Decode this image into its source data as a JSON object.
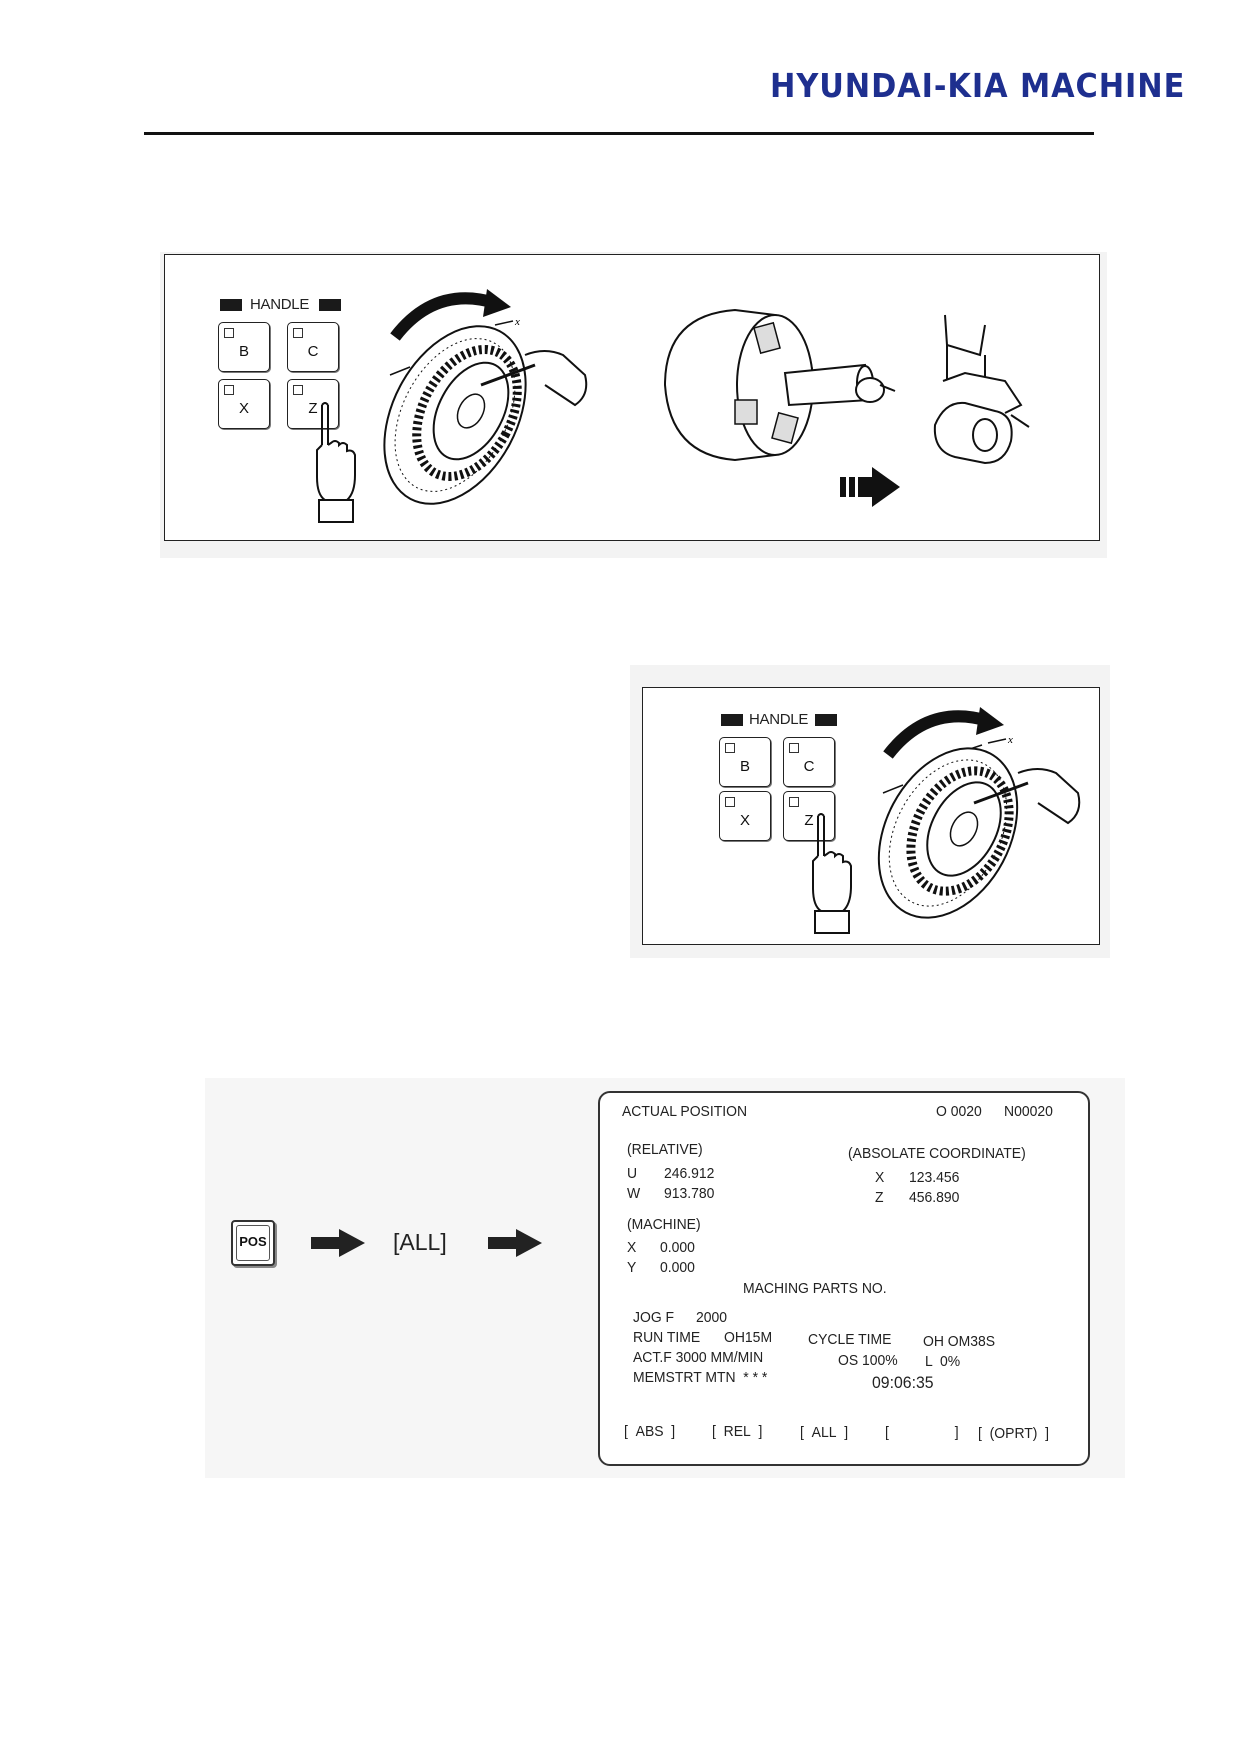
{
  "header": {
    "brand": "HYUNDAI-KIA MACHINE"
  },
  "figure1": {
    "handle_title": "HANDLE",
    "keys": [
      "B",
      "C",
      "X",
      "Z"
    ]
  },
  "figure2": {
    "handle_title": "HANDLE",
    "keys": [
      "B",
      "C",
      "X",
      "Z"
    ]
  },
  "figure3": {
    "pos_key": "POS",
    "all_label": "[ALL]",
    "screen": {
      "title": "ACTUAL POSITION",
      "program_no": "O 0020",
      "sequence_no": "N00020",
      "relative_label": "(RELATIVE)",
      "relative": [
        {
          "axis": "U",
          "value": "246.912"
        },
        {
          "axis": "W",
          "value": "913.780"
        }
      ],
      "absolute_label": "(ABSOLATE COORDINATE)",
      "absolute": [
        {
          "axis": "X",
          "value": "123.456"
        },
        {
          "axis": "Z",
          "value": "456.890"
        }
      ],
      "machine_label": "(MACHINE)",
      "machine": [
        {
          "axis": "X",
          "value": "0.000"
        },
        {
          "axis": "Y",
          "value": "0.000"
        }
      ],
      "parts_label": "MACHING PARTS NO.",
      "jog_label": "JOG F",
      "jog_value": "2000",
      "run_time_label": "RUN TIME",
      "run_time_value": "OH15M",
      "cycle_time_label": "CYCLE TIME",
      "cycle_time_value": "OH OM38S",
      "actf": "ACT.F 3000 MM/MIN",
      "os": "OS 100%",
      "l": "L  0%",
      "memstrt": "MEMSTRT MTN  * * *",
      "clock": "09:06:35",
      "softkeys": [
        "ABS",
        "REL",
        "ALL",
        "",
        "(OPRT)"
      ]
    }
  }
}
